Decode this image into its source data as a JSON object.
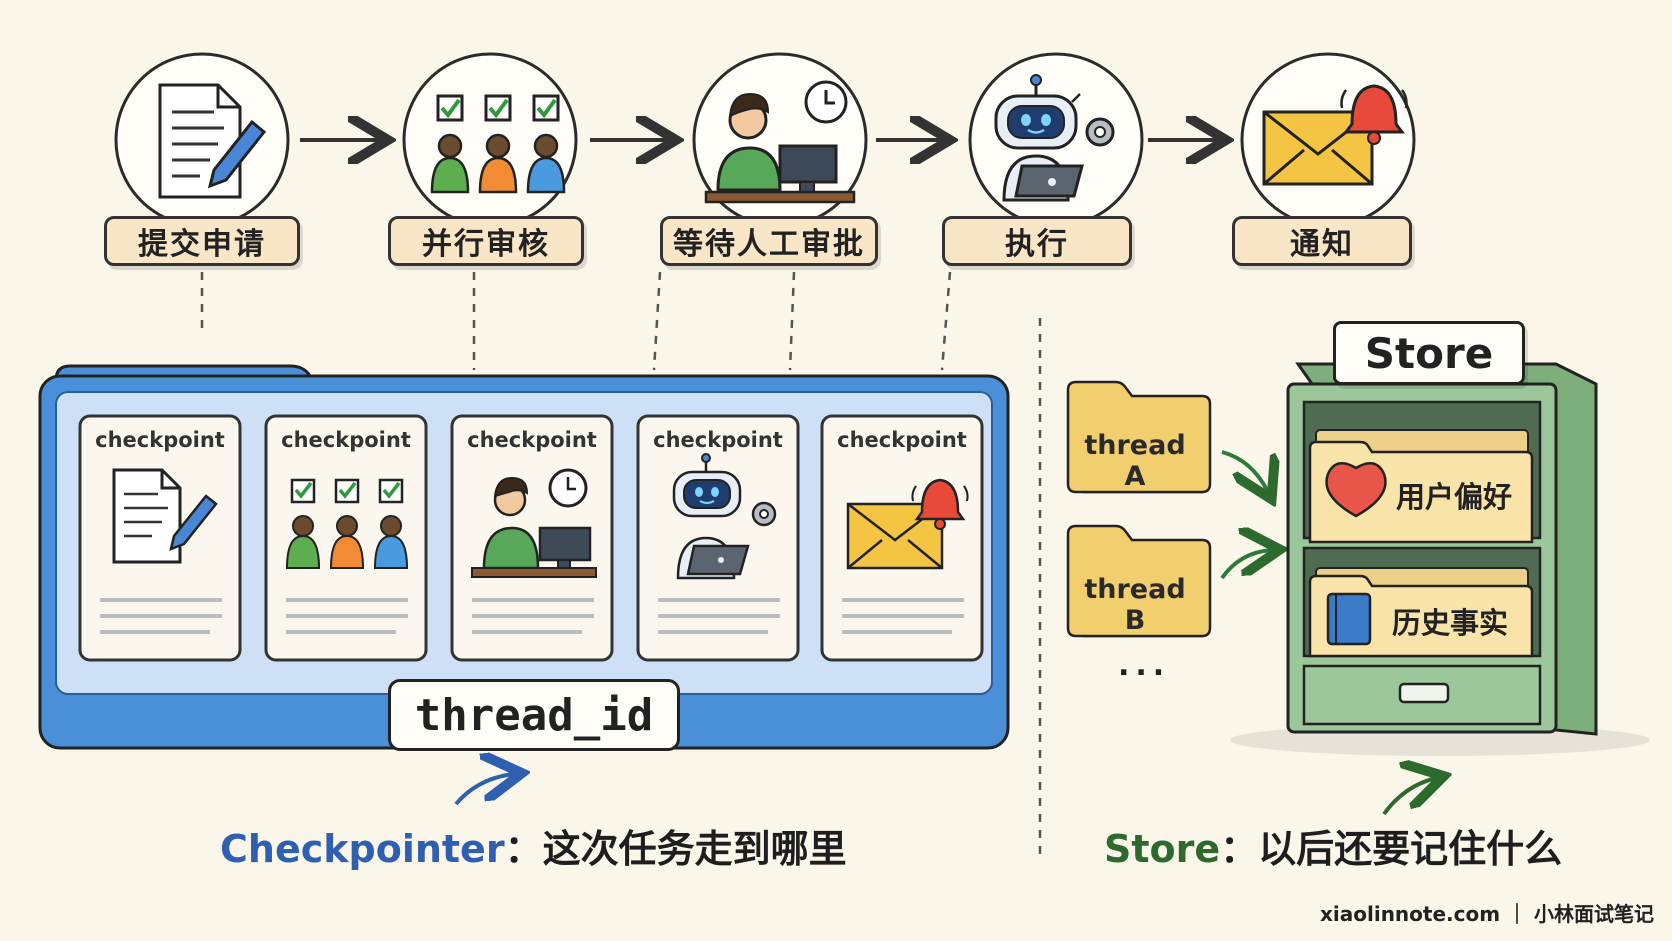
{
  "steps": [
    {
      "label": "提交申请"
    },
    {
      "label": "并行审核"
    },
    {
      "label": "等待人工审批"
    },
    {
      "label": "执行"
    },
    {
      "label": "通知"
    }
  ],
  "checkpoints": [
    {
      "label": "checkpoint"
    },
    {
      "label": "checkpoint"
    },
    {
      "label": "checkpoint"
    },
    {
      "label": "checkpoint"
    },
    {
      "label": "checkpoint"
    }
  ],
  "thread_id_label": "thread_id",
  "threads": [
    {
      "label": "thread A"
    },
    {
      "label": "thread B"
    }
  ],
  "threads_more": "...",
  "store": {
    "title": "Store",
    "drawers": [
      {
        "label": "用户偏好",
        "icon": "heart-icon"
      },
      {
        "label": "历史事实",
        "icon": "book-icon"
      }
    ]
  },
  "captions": {
    "checkpointer": {
      "keyword": "Checkpointer",
      "text": "：这次任务走到哪里"
    },
    "store": {
      "keyword": "Store",
      "text": "：以后还要记住什么"
    }
  },
  "footer": "xiaolinnote.com ｜ 小林面试笔记",
  "colors": {
    "background": "#fbf6ea",
    "folder_blue": "#4a90d9",
    "cabinet_green": "#9cc79a",
    "folder_yellow": "#f2cf6e",
    "caption_blue": "#2f5fb0",
    "caption_green": "#2d6a2d"
  }
}
